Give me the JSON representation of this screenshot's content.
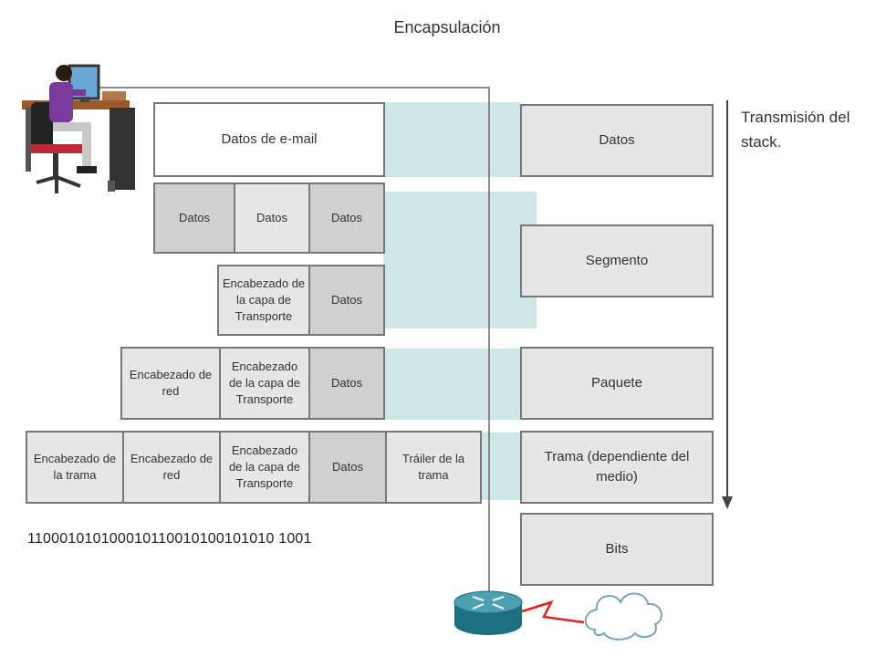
{
  "title": "Encapsulación",
  "side_label": "Transmisión del stack.",
  "rows": {
    "r1": {
      "data": "Datos de e-mail"
    },
    "r2": {
      "cells": [
        "Datos",
        "Datos",
        "Datos"
      ]
    },
    "r3": {
      "transport_header": "Encabezado de la capa de Transporte",
      "data": "Datos"
    },
    "r4": {
      "network_header": "Encabezado de red",
      "transport_header": "Encabezado de la capa de Transporte",
      "data": "Datos"
    },
    "r5": {
      "frame_header": "Encabezado de la trama",
      "network_header": "Encabezado de red",
      "transport_header": "Encabezado de la capa de Transporte",
      "data": "Datos",
      "trailer": "Tráiler de la trama"
    }
  },
  "pdus": [
    "Datos",
    "Segmento",
    "Paquete",
    "Trama (dependiente del medio)",
    "Bits"
  ],
  "bits": "11000101010001011001010010101010 01",
  "bits_display": "110001010100010110010100101010 1001",
  "icons": [
    "user-at-computer-icon",
    "router-icon",
    "cloud-icon",
    "lightning-link-icon",
    "arrow-down-icon"
  ],
  "colors": {
    "teal": "#cfe6e6",
    "box_fill": "#e6e6e6",
    "data_fill": "#d0d0d0",
    "border": "#777777",
    "link": "#e02020"
  }
}
